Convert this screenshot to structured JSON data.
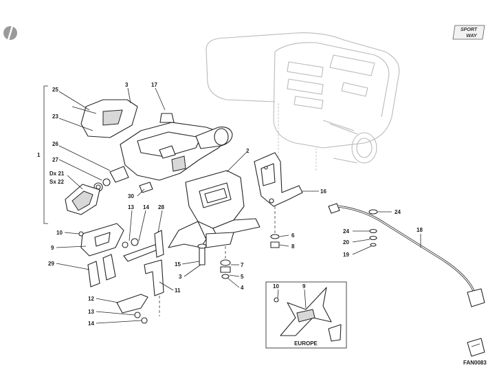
{
  "logo": {
    "line1": "SPORT",
    "line2": "WAY"
  },
  "drawing_code": "FAN0083",
  "inset_label": "EUROPE",
  "labels": {
    "p25": "25",
    "p3a": "3",
    "p17": "17",
    "p23": "23",
    "p1": "1",
    "p26": "26",
    "p27": "27",
    "p21": "Dx 21",
    "p22": "Sx 22",
    "p30": "30",
    "p2": "2",
    "p16a": "16",
    "p13a": "13",
    "p14a": "14",
    "p28": "28",
    "p10a": "10",
    "p9a": "9",
    "p29": "29",
    "p12": "12",
    "p13b": "13",
    "p14b": "14",
    "p11": "11",
    "p15": "15",
    "p3b": "3",
    "p7": "7",
    "p5": "5",
    "p4": "4",
    "p6": "6",
    "p8": "8",
    "p24a": "24",
    "p24b": "24",
    "p20": "20",
    "p19": "19",
    "p18": "18",
    "p10b": "10",
    "p9b": "9"
  },
  "icons": {
    "corner": "circle-slash-icon",
    "logo": "sportway-badge-icon",
    "connector": "connector-icon"
  }
}
